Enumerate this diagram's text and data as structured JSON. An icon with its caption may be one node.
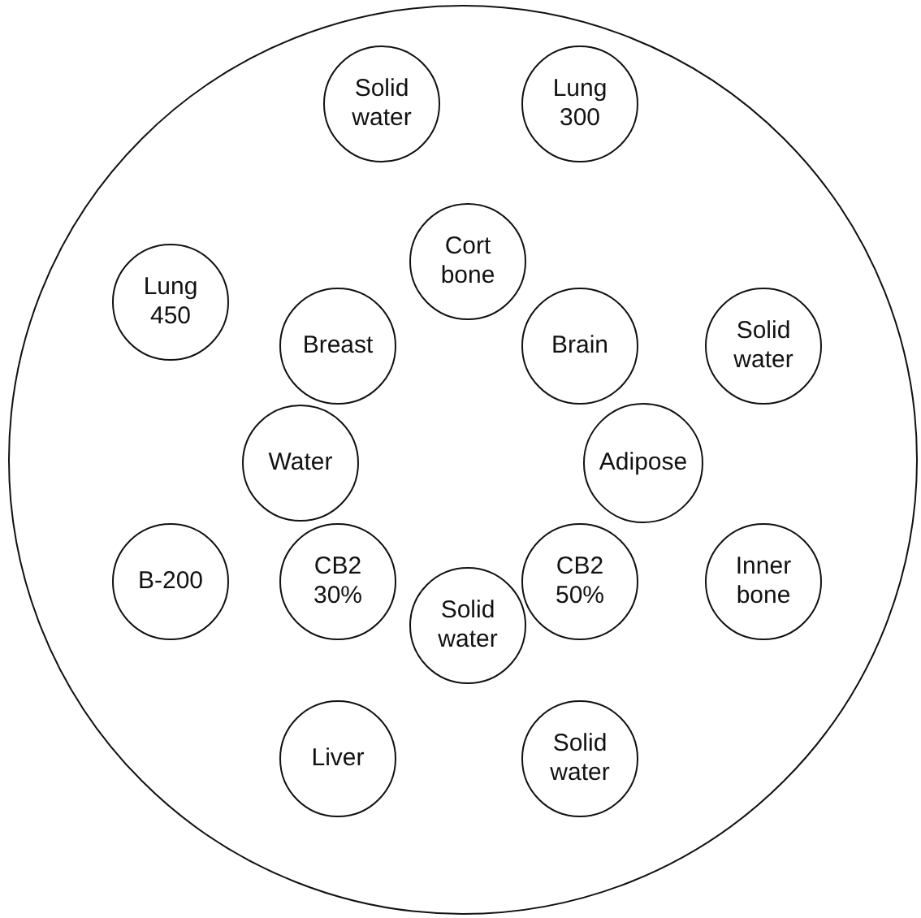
{
  "diagram": {
    "nodes": [
      {
        "text": [],
        "shape": "circle"
      },
      {
        "text": [
          "Solid water"
        ],
        "in": 0
      },
      {
        "text": [
          "Lung 300"
        ],
        "in": 0
      },
      {
        "text": [
          "Cort bone"
        ],
        "in": 0
      },
      {
        "text": [
          "Lung 450"
        ],
        "in": 0
      },
      {
        "text": [
          "Breast"
        ],
        "in": 0
      },
      {
        "text": [
          "Brain"
        ],
        "in": 0
      },
      {
        "text": [
          "Solid water"
        ],
        "in": 0
      },
      {
        "text": [
          "Water"
        ],
        "in": 0
      },
      {
        "text": [
          "Adipose"
        ],
        "in": 0
      },
      {
        "text": [
          "B-200"
        ],
        "in": 0
      },
      {
        "text": [
          "CB2 30%"
        ],
        "in": 0
      },
      {
        "text": [
          "CB2 50%"
        ],
        "in": 0
      },
      {
        "text": [
          "Inner bone"
        ],
        "in": 0
      },
      {
        "text": [
          "Solid water"
        ],
        "in": 0
      },
      {
        "text": [
          "Liver"
        ],
        "in": 0
      },
      {
        "text": [
          "Solid water"
        ],
        "in": 0
      }
    ],
    "edges": []
  }
}
